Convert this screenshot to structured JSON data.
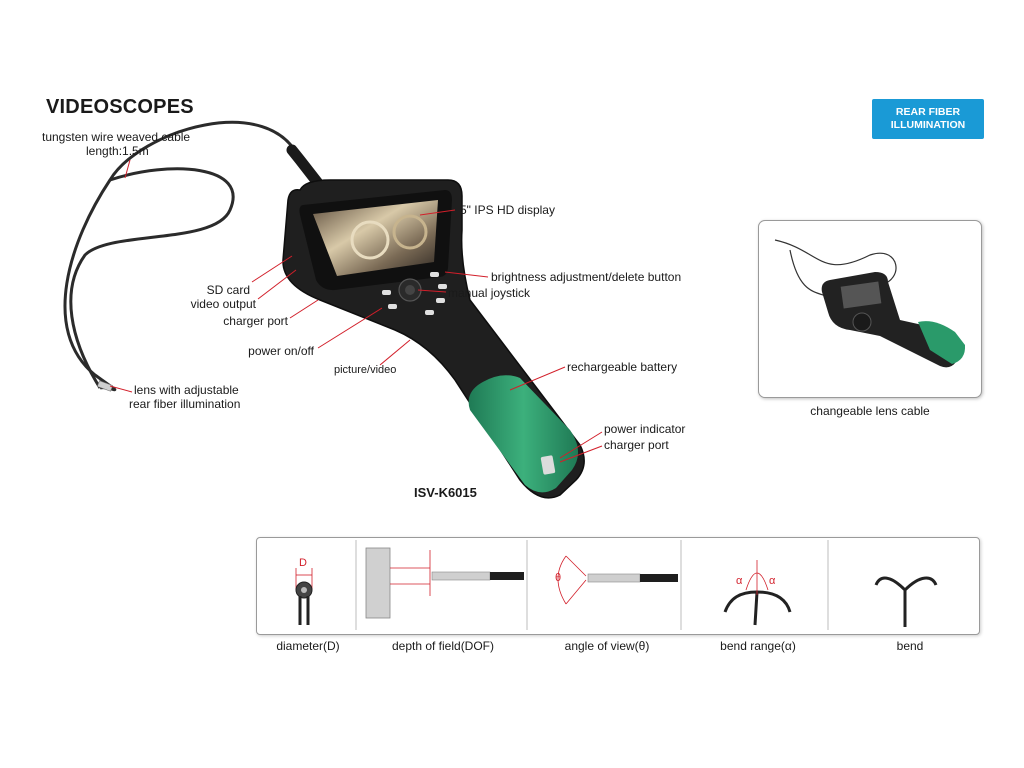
{
  "title": "VIDEOSCOPES",
  "badge": {
    "line1": "REAR FIBER",
    "line2": "ILLUMINATION"
  },
  "model": "ISV-K6015",
  "callouts": {
    "cable_line1": "tungsten wire weaved cable",
    "cable_line2": "length:1.5m",
    "display": "5\" IPS HD display",
    "brightness": "brightness adjustment/delete button",
    "joystick": "manual joystick",
    "sd_card": "SD card",
    "video_output": "video output",
    "charger_port_left": "charger port",
    "power": "power on/off",
    "picture_video": "picture/video",
    "battery": "rechargeable battery",
    "lens_line1": "lens with adjustable",
    "lens_line2": "rear fiber illumination",
    "power_indicator": "power indicator",
    "charger_port_right": "charger port"
  },
  "inset": {
    "caption": "changeable lens cable"
  },
  "specs": [
    {
      "label": "diameter(D)",
      "mark": "D"
    },
    {
      "label": "depth of field(DOF)"
    },
    {
      "label": "angle of view(θ)",
      "mark": "θ"
    },
    {
      "label": "bend range(α)",
      "mark": "α"
    },
    {
      "label": "bend"
    }
  ],
  "colors": {
    "accent_green": "#2a9a6a",
    "badge_blue": "#1a9ad6",
    "callout_red": "#d21f2a",
    "body_black": "#1f1f1f"
  }
}
